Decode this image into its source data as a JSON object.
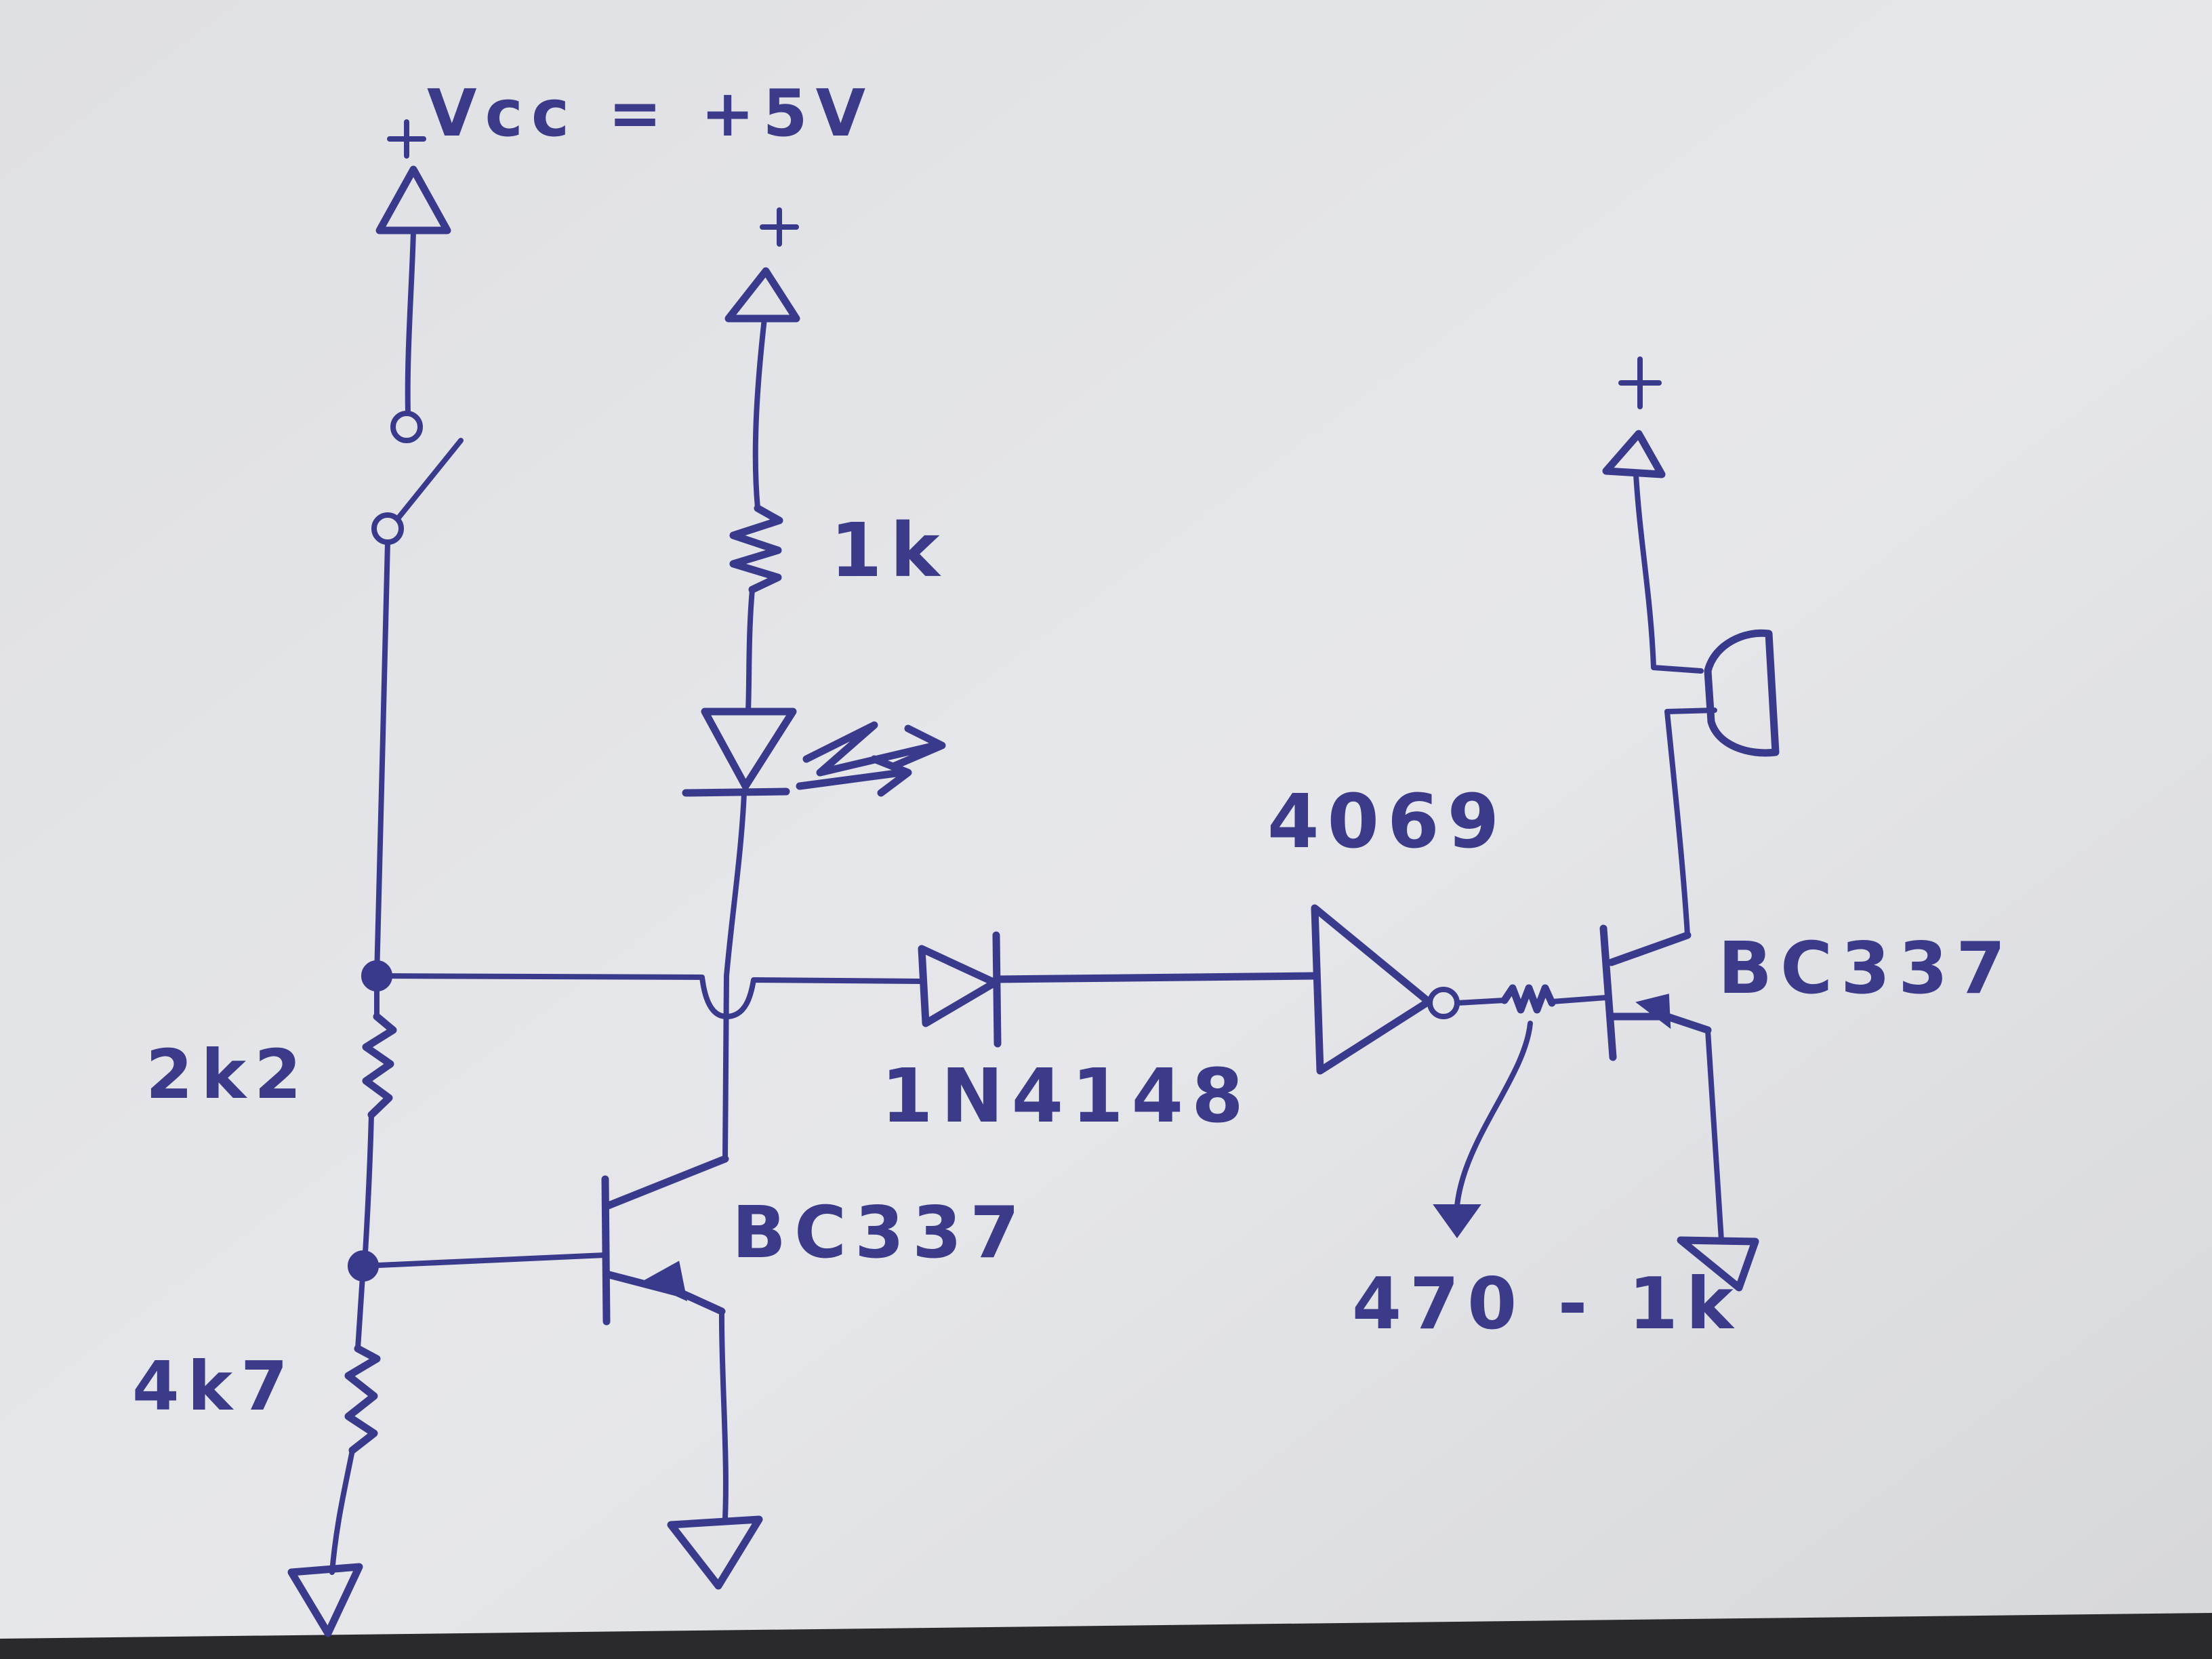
{
  "diagram": {
    "type": "hand-drawn circuit schematic",
    "ink_color": "#3a3a8c",
    "paper_color": "#e4e5e9",
    "supply": {
      "label": "Vcc = +5V",
      "plus_symbol": "+"
    },
    "components": {
      "switch": {
        "kind": "switch",
        "label": ""
      },
      "r_top_left": {
        "kind": "resistor",
        "label": "2k2"
      },
      "r_bottom_left": {
        "kind": "resistor",
        "label": "4k7"
      },
      "r_led": {
        "kind": "resistor",
        "label": "1k"
      },
      "led": {
        "kind": "led",
        "label": ""
      },
      "q1": {
        "kind": "npn-transistor",
        "label": "BC337"
      },
      "diode": {
        "kind": "diode",
        "label": "1N4148"
      },
      "inverter": {
        "kind": "inverter",
        "label": "4069"
      },
      "r_base": {
        "kind": "resistor",
        "label": "470 - 1k"
      },
      "q2": {
        "kind": "npn-transistor",
        "label": "BC337"
      },
      "buzzer": {
        "kind": "buzzer",
        "label": ""
      }
    },
    "power_rails": [
      {
        "id": "vcc-1",
        "label": "+"
      },
      {
        "id": "vcc-2",
        "label": "+"
      },
      {
        "id": "vcc-3",
        "label": "+"
      }
    ],
    "grounds": [
      {
        "id": "gnd-1"
      },
      {
        "id": "gnd-2"
      },
      {
        "id": "gnd-3"
      }
    ]
  }
}
